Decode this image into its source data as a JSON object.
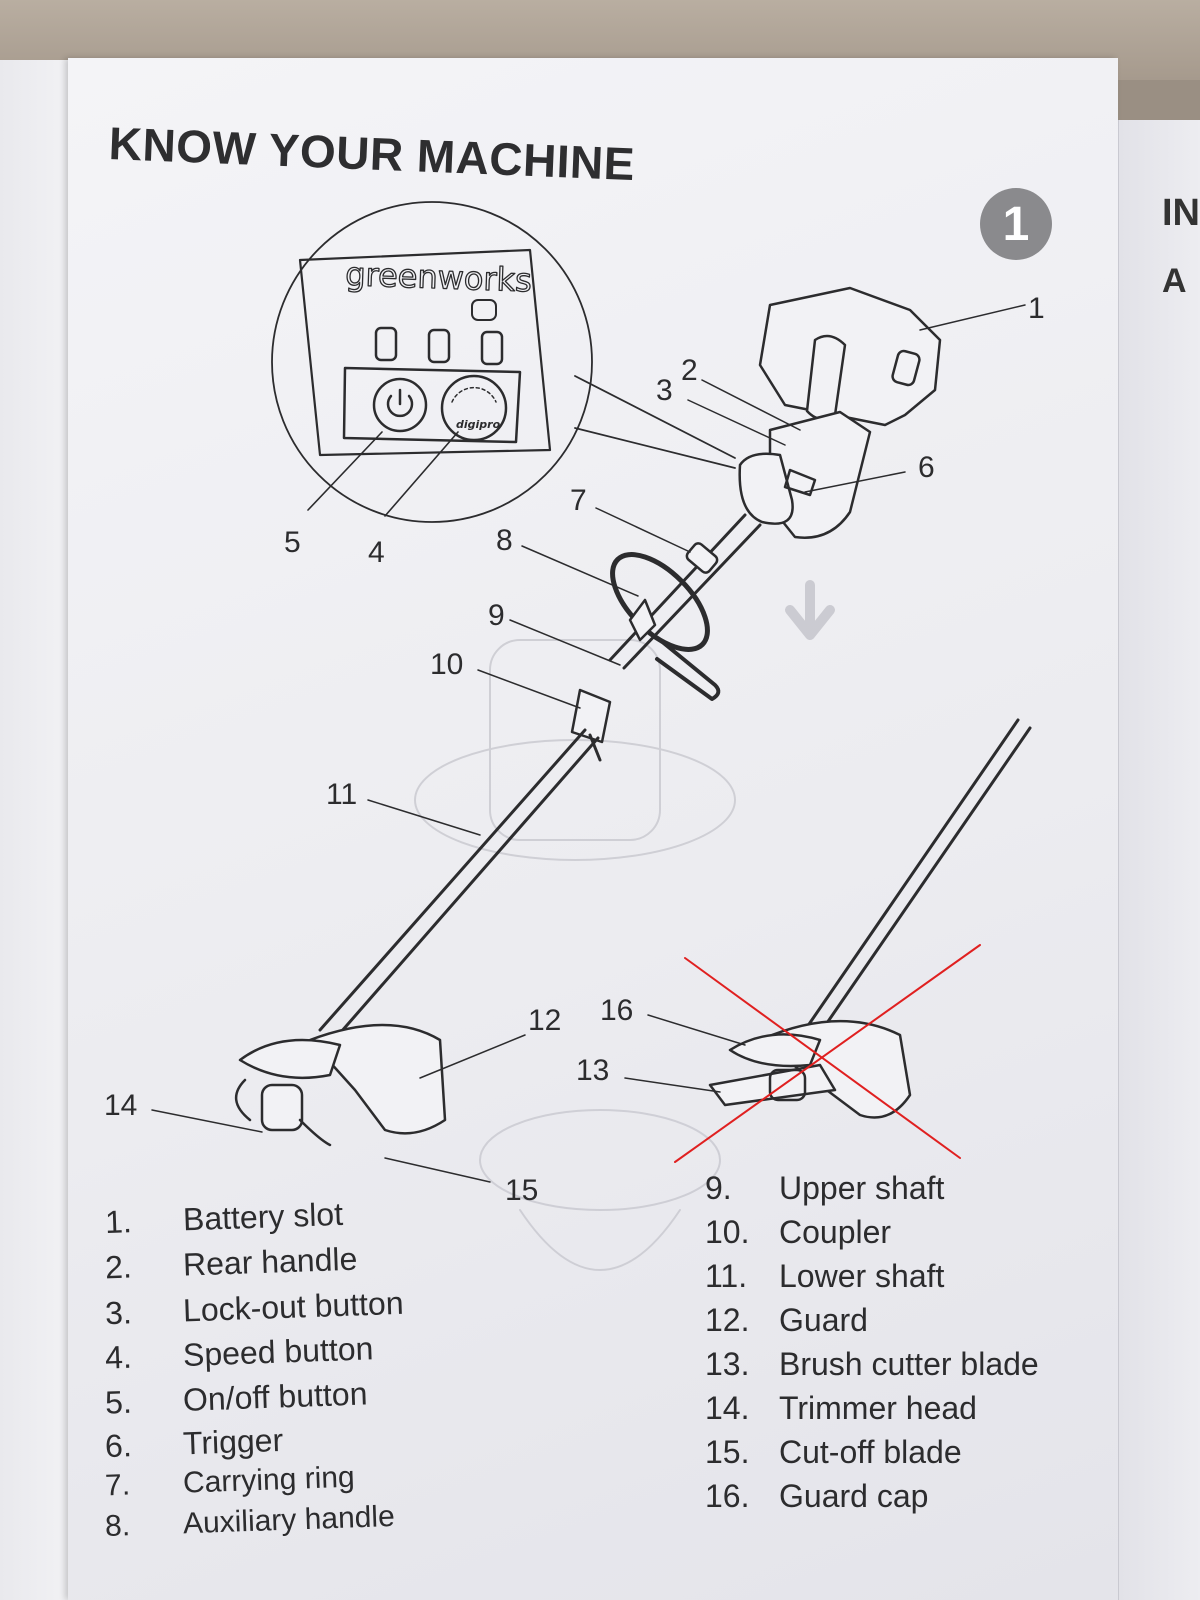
{
  "document": {
    "title": "KNOW YOUR MACHINE",
    "figure_badge": "1",
    "edge_text": [
      "IN",
      "A"
    ],
    "panel_brand": "greenworks",
    "panel_gauge_text": "digipro"
  },
  "callouts": [
    {
      "id": "1",
      "label": "1"
    },
    {
      "id": "2",
      "label": "2"
    },
    {
      "id": "3",
      "label": "3"
    },
    {
      "id": "4",
      "label": "4"
    },
    {
      "id": "5",
      "label": "5"
    },
    {
      "id": "6",
      "label": "6"
    },
    {
      "id": "7",
      "label": "7"
    },
    {
      "id": "8",
      "label": "8"
    },
    {
      "id": "9",
      "label": "9"
    },
    {
      "id": "10",
      "label": "10"
    },
    {
      "id": "11",
      "label": "11"
    },
    {
      "id": "12",
      "label": "12"
    },
    {
      "id": "13",
      "label": "13"
    },
    {
      "id": "14",
      "label": "14"
    },
    {
      "id": "15",
      "label": "15"
    },
    {
      "id": "16",
      "label": "16"
    }
  ],
  "legend_left": [
    {
      "num": "1.",
      "text": "Battery slot"
    },
    {
      "num": "2.",
      "text": "Rear handle"
    },
    {
      "num": "3.",
      "text": "Lock-out button"
    },
    {
      "num": "4.",
      "text": "Speed button"
    },
    {
      "num": "5.",
      "text": "On/off button"
    },
    {
      "num": "6.",
      "text": "Trigger"
    },
    {
      "num": "7.",
      "text": "Carrying ring"
    },
    {
      "num": "8.",
      "text": "Auxiliary handle"
    }
  ],
  "legend_right": [
    {
      "num": "9.",
      "text": "Upper shaft"
    },
    {
      "num": "10.",
      "text": "Coupler"
    },
    {
      "num": "11.",
      "text": "Lower shaft"
    },
    {
      "num": "12.",
      "text": "Guard"
    },
    {
      "num": "13.",
      "text": "Brush cutter blade"
    },
    {
      "num": "14.",
      "text": "Trimmer head"
    },
    {
      "num": "15.",
      "text": "Cut-off blade"
    },
    {
      "num": "16.",
      "text": "Guard cap"
    }
  ],
  "colors": {
    "ink": "#2c2c2e",
    "cross": "#e02020",
    "badge": "#8a8a8d"
  }
}
